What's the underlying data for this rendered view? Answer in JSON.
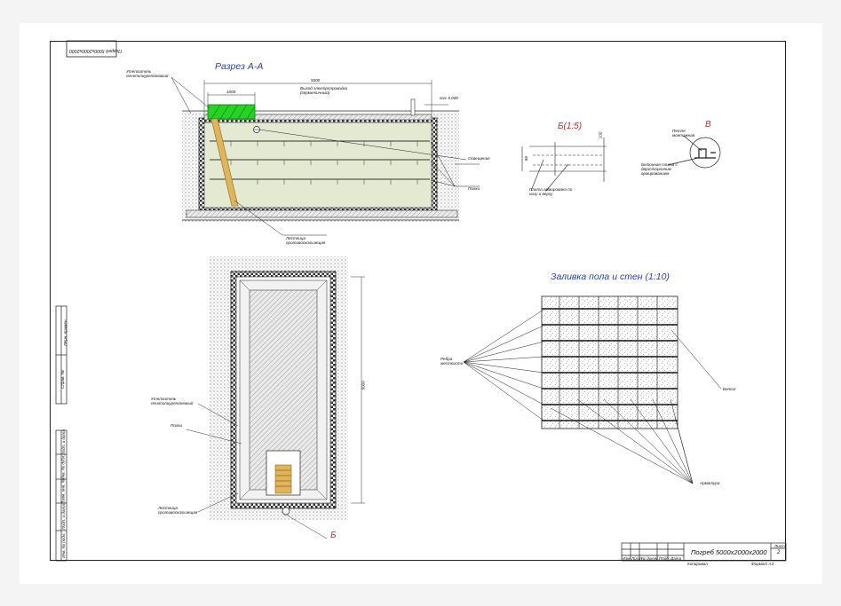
{
  "corner_stamp": "Погреб 5000х2000х2000",
  "section_aa": {
    "title": "Разрез А-А",
    "dim_total": "5000",
    "dim_vent": "1000",
    "label_insulation": "Утеплитель пенополиуретановый",
    "label_exhaust": "Выход электропроводки (герметичный)",
    "label_lighting": "Освещение",
    "label_shelves": "Полки",
    "label_ladder": "Лестница противоскользящая",
    "label_right_dim": "ɛɛɛɛ 5.000"
  },
  "detail_b": {
    "title": "Б(1:5)",
    "label": "Плита армирована по низу и верху",
    "dim1": "100",
    "dim2": "80"
  },
  "detail_v": {
    "title": "В",
    "label_loop": "Петля монтажная",
    "label_slab": "Бетонная плита с двухсторонним армированием"
  },
  "plan": {
    "dim_height": "5000",
    "label_insulation": "Утеплитель пенополиуретановый",
    "label_shelves": "Полки",
    "label_ladder": "Лестница противоскользящая",
    "marker": "Б"
  },
  "pour": {
    "title": "Заливка пола и стен (1:10)",
    "label_ribs": "Ребра жесткости",
    "label_concrete": "Бетон",
    "label_rebar": "Арматура"
  },
  "left_strip": {
    "cells_top": [
      "Перв. примен.",
      "Справ. №"
    ],
    "cells_bottom": [
      "Подп. и дата",
      "Инв. № дубл.",
      "Взам. инв. №",
      "Подп. и дата",
      "Инв. № подл."
    ]
  },
  "title_block": {
    "name": "Погреб 5000х2000х2000",
    "sheet_label": "Лист",
    "sheet_no": "2",
    "cols": [
      "Изм",
      "Лист",
      "№ докум.",
      "Подп.",
      "Дата"
    ],
    "copied": "Копировал",
    "format": "Формат А3"
  }
}
